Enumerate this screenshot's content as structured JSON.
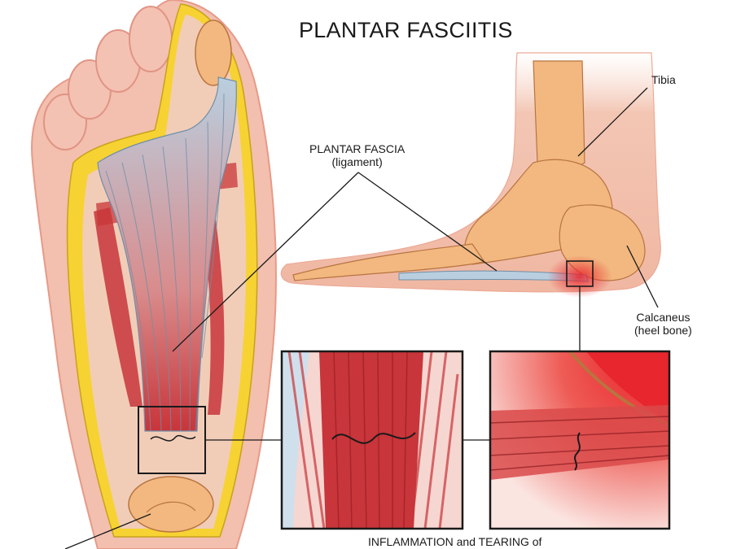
{
  "title": "PLANTAR FASCIITIS",
  "labels": {
    "plantar_fascia_line1": "PLANTAR FASCIA",
    "plantar_fascia_line2": "(ligament)",
    "tibia": "Tibia",
    "calcaneus_line1": "Calcaneus",
    "calcaneus_line2": "(heel bone)",
    "caption": "INFLAMMATION and TEARING of"
  },
  "colors": {
    "skin": "#f3bfae",
    "skin_edge": "#e79a88",
    "fat_yellow": "#f7d233",
    "fascia_blue": "#b9cfe0",
    "fascia_line": "#6f8fa8",
    "muscle_red": "#c8353a",
    "bone": "#f2b880",
    "bone_dark": "#d98a50",
    "inflammation": "#e8262d",
    "outline": "#1a1a1a"
  },
  "icons": {
    "sole_view": "foot-sole-anatomy-illustration",
    "side_view": "foot-side-skeleton-illustration",
    "zoom_fascia": "fascia-tear-closeup",
    "zoom_heel": "heel-inflammation-closeup"
  }
}
